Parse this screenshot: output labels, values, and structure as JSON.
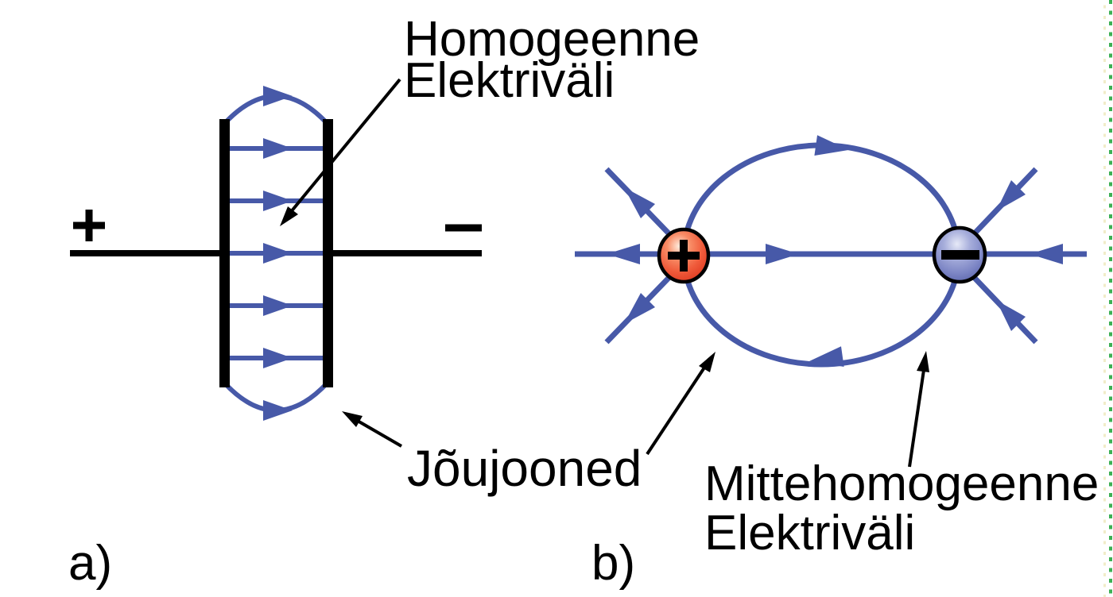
{
  "figure": {
    "title_none_shown": "",
    "panel_a": {
      "label": "a)",
      "field_label_line1": "Homogeenne",
      "field_label_line2": "Elektriväli",
      "field_lines_label": "Jõujooned",
      "positive_terminal_symbol": "+",
      "negative_terminal_symbol": "−",
      "plate_count": 2,
      "field_line_count_between_plates": 5,
      "fringe_arcs": 2
    },
    "panel_b": {
      "label": "b)",
      "field_label_line1": "Mittehomogeenne",
      "field_label_line2": "Elektriväli",
      "positive_charge_symbol": "+",
      "negative_charge_symbol": "−",
      "closed_loop_field_lines": 2,
      "radial_ray_count": 7
    },
    "colors": {
      "field_line": "#4759A8",
      "ink": "#000000",
      "border_green": "#3CB054",
      "border_yellow": "#EFE9C0",
      "positive_charge_main": "#EF5A3A",
      "positive_charge_highlight": "#FFEADB",
      "positive_charge_edge": "#C23018",
      "negative_charge_main": "#7B84C4",
      "negative_charge_highlight": "#E6E9F7",
      "negative_charge_edge": "#4D57A0"
    }
  }
}
